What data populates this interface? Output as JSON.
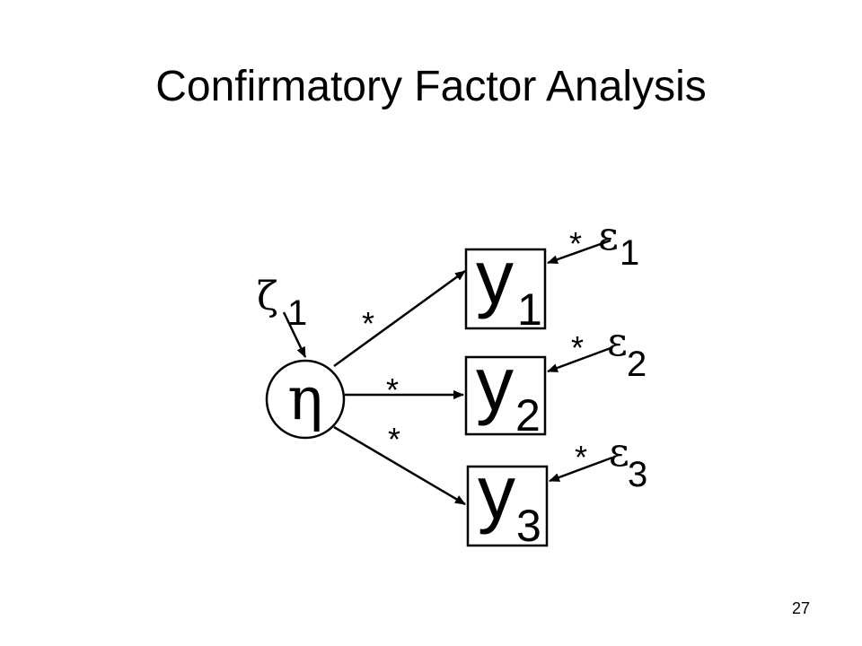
{
  "slide": {
    "title": "Confirmatory Factor Analysis",
    "page_number": "27"
  },
  "diagram": {
    "latent": {
      "symbol": "η"
    },
    "disturbance": {
      "symbol": "ζ",
      "subscript": "1"
    },
    "indicators": [
      {
        "letter": "y",
        "subscript": "1",
        "loading": "*",
        "error_symbol": "ε",
        "error_subscript": "1",
        "error_variance": "*"
      },
      {
        "letter": "y",
        "subscript": "2",
        "loading": "*",
        "error_symbol": "ε",
        "error_subscript": "2",
        "error_variance": "*"
      },
      {
        "letter": "y",
        "subscript": "3",
        "loading": "*",
        "error_symbol": "ε",
        "error_subscript": "3",
        "error_variance": "*"
      }
    ]
  }
}
